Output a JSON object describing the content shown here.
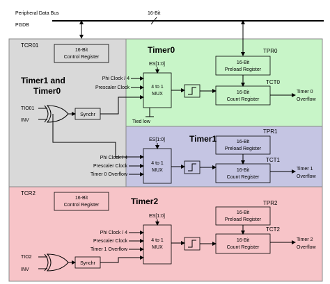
{
  "bus": {
    "name": "Peripheral Data Bus",
    "abbr": "PGDB",
    "width_label": "16-Bit"
  },
  "regions": {
    "tcr01": {
      "name": "TCR01",
      "reg_line1": "16-Bit",
      "reg_line2": "Control Register",
      "title_line1": "Timer1 and",
      "title_line2": "Timer0",
      "tio": "TIO01",
      "inv": "INV",
      "sync": "Synchr"
    },
    "timer0": {
      "title": "Timer0",
      "es": "ES[1:0]",
      "in1": "Phi Clock / 4",
      "in2": "Prescaler Clock",
      "mux_line1": "4 to 1",
      "mux_line2": "MUX",
      "tied_low": "Tied low",
      "tpr": "TPR0",
      "preload_line1": "16-Bit",
      "preload_line2": "Preload Register",
      "tct": "TCT0",
      "count_line1": "16-Bit",
      "count_line2": "Count Register",
      "out_line1": "Timer 0",
      "out_line2": "Overflow"
    },
    "timer1": {
      "title": "Timer1",
      "es": "ES[1:0]",
      "in1": "Phi Clock / 4",
      "in2": "Prescaler Clock",
      "in3": "Timer 0 Overflow",
      "mux_line1": "4 to 1",
      "mux_line2": "MUX",
      "tpr": "TPR1",
      "preload_line1": "16-Bit",
      "preload_line2": "Preload Register",
      "tct": "TCT1",
      "count_line1": "16-Bit",
      "count_line2": "Count Register",
      "out_line1": "Timer 1",
      "out_line2": "Overflow"
    },
    "timer2": {
      "tcr": "TCR2",
      "reg_line1": "16-Bit",
      "reg_line2": "Control Register",
      "title": "Timer2",
      "es": "ES[1:0]",
      "in1": "Phi Clock / 4",
      "in2": "Prescaler Clock",
      "in3": "Timer 1 Overflow",
      "mux_line1": "4 to 1",
      "mux_line2": "MUX",
      "tpr": "TPR2",
      "preload_line1": "16-Bit",
      "preload_line2": "Preload Register",
      "tct": "TCT2",
      "count_line1": "16-Bit",
      "count_line2": "Count Register",
      "out_line1": "Timer 2",
      "out_line2": "Overflow",
      "tio": "TIO2",
      "inv": "INV",
      "sync": "Synchr"
    }
  },
  "colors": {
    "tcr01_fill": "#d9d9d9",
    "timer0_fill": "#c8f5c8",
    "timer1_fill": "#c5c5e3",
    "timer2_fill": "#f7c4c8"
  }
}
